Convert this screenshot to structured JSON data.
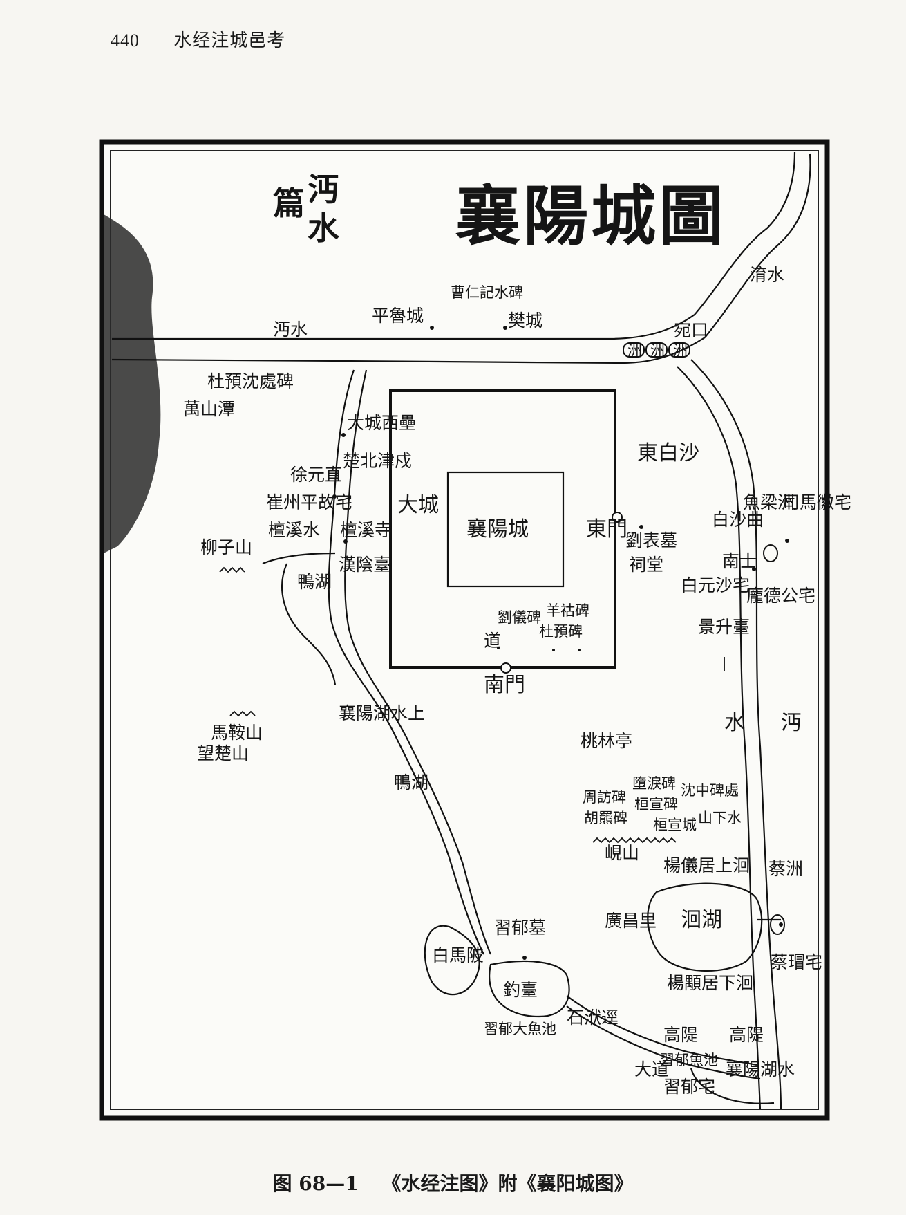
{
  "header": {
    "page_number": "440",
    "book_title": "水经注城邑考"
  },
  "map": {
    "title": "襄陽城圖",
    "subtitle": [
      "沔",
      "水",
      "篇"
    ],
    "labels": {
      "mianshui_top": "沔水",
      "pinglu": "平魯城",
      "caoren": "曹仁記水碑",
      "fancheng": "樊城",
      "qingshui": "淯水",
      "wankou": "宛口",
      "zhou": [
        "洲",
        "洲",
        "洲"
      ],
      "ducheng": "杜預沈處碑",
      "wantan": "萬山潭",
      "dacheng_west": "大城西壘",
      "chubei": "楚北津戍",
      "xu_yuanzhi": "徐元直",
      "cui_zhouping": "崔州平故宅",
      "tanxi_si": "檀溪寺",
      "tanxi_shui": "檀溪水",
      "hanyin": "漢陰臺",
      "liuzishan": "柳子山",
      "yahu_small": "鴨湖",
      "dacheng": "大城",
      "xiangyang_inner": "襄陽城",
      "dongmen": "東門",
      "nanmen": "南門",
      "dao": "道",
      "liubiao": "劉表墓",
      "citang": "祠堂",
      "dongbaisha": "東白沙",
      "baishaqu": "白沙曲",
      "nanshi": "南士",
      "baiyuan": "白元沙宅",
      "pangde": "龐德公宅",
      "yuliangzhou": "魚梁洲",
      "sima": "司馬徽宅",
      "jingsheng": "景升臺",
      "yanggu": "羊祜碑",
      "duyu_s": "杜預碑",
      "liuyi": "劉儀碑",
      "xiangyanghu": "襄陽湖水上",
      "yahu": "鴨湖",
      "mashan": "馬鞍山",
      "wangchu": "望楚山",
      "taolin": "桃林亭",
      "zhou_gong": "周訪碑",
      "hu_lie": "胡羆碑",
      "duo_sui": "墮淚碑",
      "huan_xuan": "桓宣碑",
      "huan_cheng": "桓宣城",
      "shen_zhong": "沈中碑處",
      "shanxia": "山下水",
      "xianshan": "峴山",
      "shui_right": "水",
      "mian_right": "沔",
      "yangyi": "楊儀居上洄",
      "caizhou": "蔡洲",
      "huihu": "洄湖",
      "guangchang": "廣昌里",
      "yangyong": "楊顒居下洄",
      "caimao": "蔡瑁宅",
      "xiyu_mu": "習郁墓",
      "baimapo": "白馬陂",
      "diaotai": "釣臺",
      "xiyu_chi": "習郁大魚池",
      "shi_dao": "石洑逕",
      "gaoti": "高隄",
      "gaoti2": "高隄",
      "xiyu_yuchi": "習郁魚池",
      "dadao": "大道",
      "xiangyang_hu": "襄陽湖水",
      "xiyu_zhai": "習郁宅"
    }
  },
  "caption": {
    "fig_no": "图 68—1",
    "text": "《水经注图》附《襄阳城图》"
  }
}
